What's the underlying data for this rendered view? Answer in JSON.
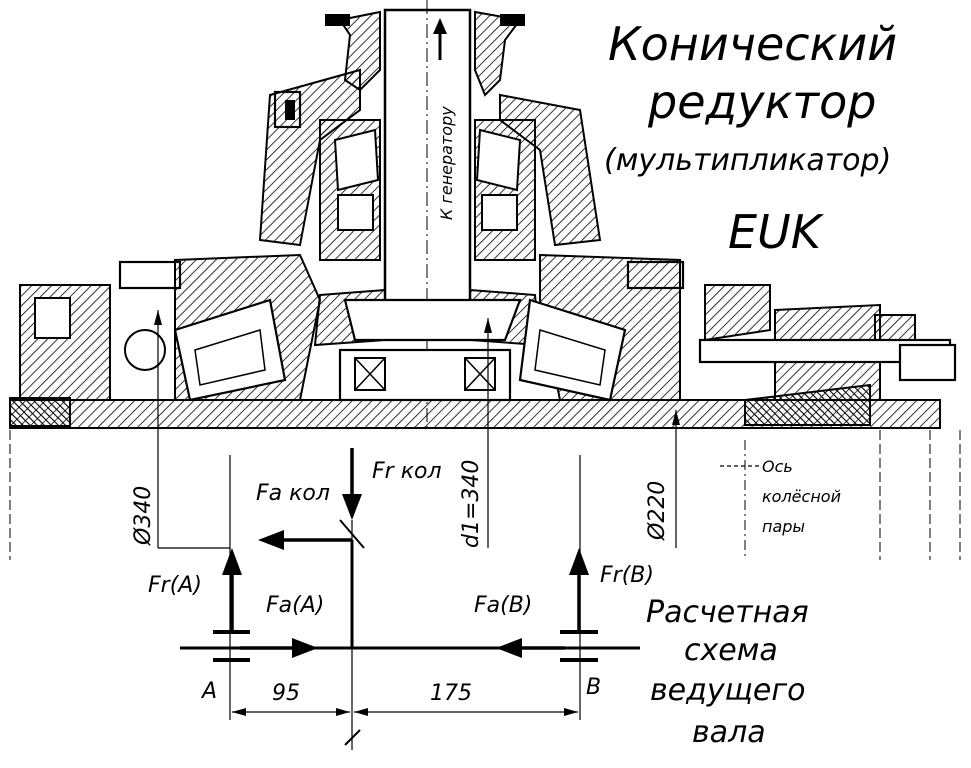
{
  "title": {
    "line1": "Конический",
    "line2": "редуктор",
    "line3": "(мультипликатор)",
    "line4": "EUK"
  },
  "shaft_label": "К генератору",
  "dims": {
    "d340_left": "Ø340",
    "d1": "d1=340",
    "d220": "Ø220",
    "span_a": "95",
    "span_b": "175"
  },
  "axis_label": {
    "line1": "Ось",
    "line2": "колёсной",
    "line3": "пары"
  },
  "forces": {
    "fa_kol": "Fa кол",
    "fr_kol": "Fr кол",
    "fr_a": "Fr(A)",
    "fa_a": "Fa(A)",
    "fa_b": "Fa(B)",
    "fr_b": "Fr(B)"
  },
  "supports": {
    "a": "A",
    "b": "B"
  },
  "scheme": {
    "line1": "Расчетная",
    "line2": "схема",
    "line3": "ведущего",
    "line4": "вала"
  }
}
